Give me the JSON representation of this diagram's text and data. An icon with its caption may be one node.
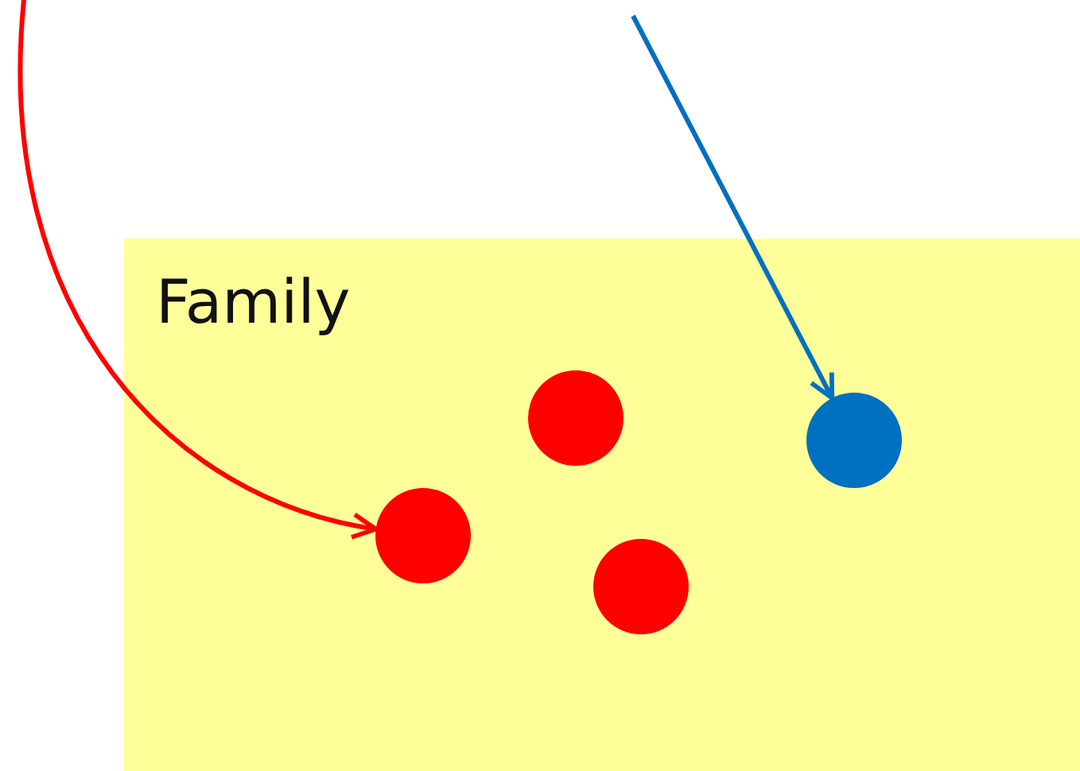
{
  "diagram": {
    "nodes": [
      {
        "text": [
          "Family"
        ]
      },
      {
        "text": [],
        "shape": "circle",
        "in": 0
      },
      {
        "text": [],
        "shape": "circle",
        "in": 0
      },
      {
        "text": [],
        "shape": "circle",
        "in": 0
      },
      {
        "text": [],
        "shape": "circle",
        "in": 0
      }
    ],
    "edges": [
      {
        "from": null,
        "to": 1,
        "arrow": "to",
        "color": "#ff0000"
      },
      {
        "from": null,
        "to": 4,
        "arrow": "to",
        "color": "#0070c0"
      }
    ]
  }
}
